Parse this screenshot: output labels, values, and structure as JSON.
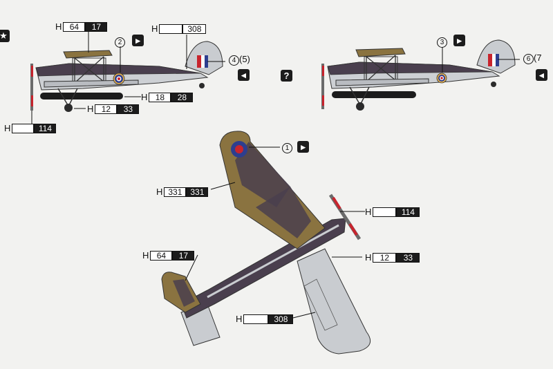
{
  "callouts": {
    "top_left_wing": {
      "h": "H",
      "white": "64",
      "black": "17"
    },
    "top_left_fin": {
      "h": "H",
      "white": "",
      "black": "308"
    },
    "top_left_torpedo": {
      "h": "H",
      "white": "18",
      "black": "28"
    },
    "top_left_wheel": {
      "h": "H",
      "white": "12",
      "black": "33"
    },
    "top_left_prop": {
      "h": "H",
      "white": "",
      "black": "114"
    },
    "plan_wing": {
      "h": "H",
      "white": "331",
      "black": "331"
    },
    "plan_prop": {
      "h": "H",
      "white": "",
      "black": "114"
    },
    "plan_tail": {
      "h": "H",
      "white": "64",
      "black": "17"
    },
    "plan_wheel": {
      "h": "H",
      "white": "12",
      "black": "33"
    },
    "plan_lower_wing": {
      "h": "H",
      "white": "",
      "black": "308"
    }
  },
  "decals": {
    "left_roundel": "2",
    "left_fin_flash": "4",
    "left_fin_flash_alt": "(5)",
    "right_roundel": "3",
    "right_fin_flash": "6",
    "right_fin_flash_alt": "(7",
    "plan_roundel": "1"
  },
  "badges": {
    "star": "★",
    "question": "?"
  },
  "colors": {
    "dark_earth": "#8a7340",
    "dark_slate": "#4a3f4e",
    "sky_grey": "#c9ccd0",
    "roundel_red": "#c8242d",
    "roundel_blue": "#2d3e8f",
    "label_black": "#1c1c1c"
  }
}
